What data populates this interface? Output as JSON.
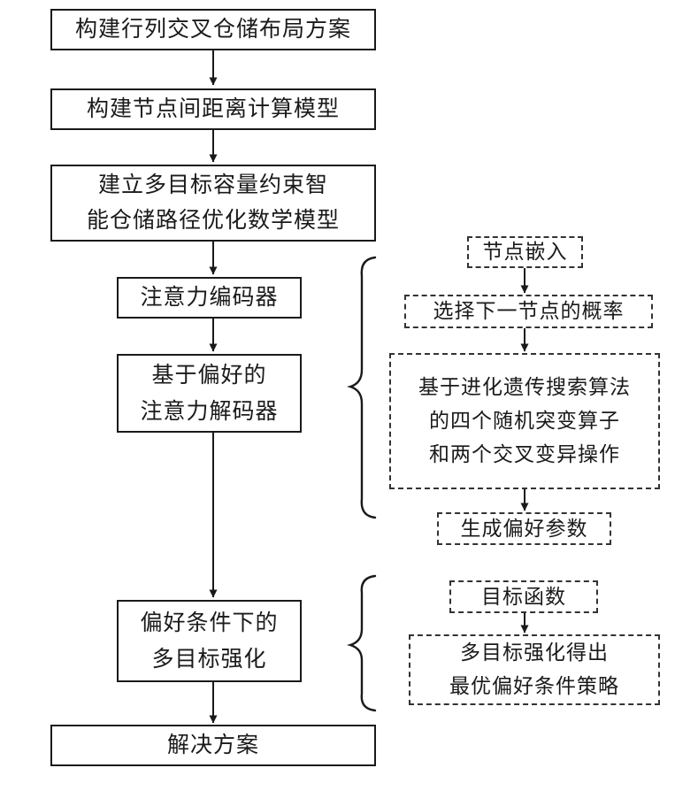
{
  "colors": {
    "ink": "#1a1a1a",
    "background": "#ffffff"
  },
  "flow": {
    "left": [
      {
        "id": "build-warehouse-layout",
        "lines": [
          "构建行列交叉仓储布局方案"
        ]
      },
      {
        "id": "node-distance-model",
        "lines": [
          "构建节点间距离计算模型"
        ]
      },
      {
        "id": "multiobjective-capacity-model",
        "lines": [
          "建立多目标容量约束智",
          "能仓储路径优化数学模型"
        ]
      },
      {
        "id": "attention-encoder",
        "lines": [
          "注意力编码器"
        ]
      },
      {
        "id": "preference-attention-decoder",
        "lines": [
          "基于偏好的",
          "注意力解码器"
        ]
      },
      {
        "id": "preference-multiobjective-rl",
        "lines": [
          "偏好条件下的",
          "多目标强化"
        ]
      },
      {
        "id": "solution",
        "lines": [
          "解决方案"
        ]
      }
    ],
    "right": [
      {
        "id": "node-embedding",
        "lines": [
          "节点嵌入"
        ]
      },
      {
        "id": "next-node-probability",
        "lines": [
          "选择下一节点的概率"
        ]
      },
      {
        "id": "genetic-search-operators",
        "lines": [
          "基于进化遗传搜索算法",
          "的四个随机突变算子",
          "和两个交叉变异操作"
        ]
      },
      {
        "id": "generate-preference-params",
        "lines": [
          "生成偏好参数"
        ]
      },
      {
        "id": "objective-function",
        "lines": [
          "目标函数"
        ]
      },
      {
        "id": "optimal-preference-policy",
        "lines": [
          "多目标强化得出",
          "最优偏好条件策略"
        ]
      }
    ]
  }
}
